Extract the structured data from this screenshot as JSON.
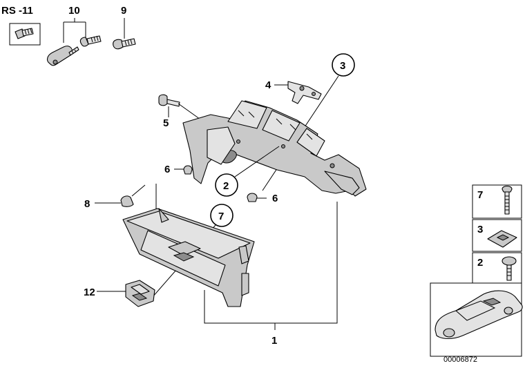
{
  "diagram": {
    "callouts": {
      "rs11": "RS -11",
      "n10": "10",
      "n9": "9",
      "n3": "3",
      "n4": "4",
      "n5": "5",
      "n6a": "6",
      "n6b": "6",
      "n2": "2",
      "n8": "8",
      "n7": "7",
      "n12": "12",
      "n1": "1"
    },
    "legend": {
      "items": [
        {
          "label": "7"
        },
        {
          "label": "3"
        },
        {
          "label": "2"
        }
      ]
    },
    "image_number": "00006872"
  }
}
